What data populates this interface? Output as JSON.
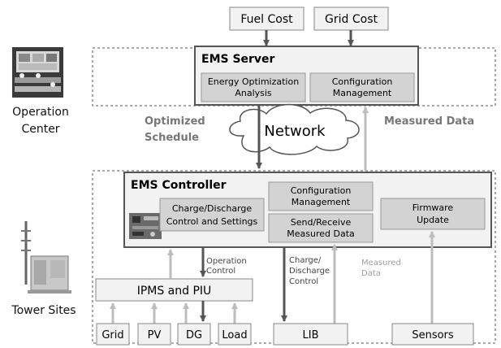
{
  "inputs": {
    "fuel_cost": "Fuel Cost",
    "grid_cost": "Grid Cost"
  },
  "ems_server": {
    "title": "EMS Server",
    "modules": {
      "optimization_line1": "Energy Optimization",
      "optimization_line2": "Analysis",
      "config_line1": "Configuration",
      "config_line2": "Management"
    }
  },
  "operation_center": {
    "line1": "Operation",
    "line2": "Center"
  },
  "labels": {
    "optimized_line1": "Optimized",
    "optimized_line2": "Schedule",
    "measured_data": "Measured Data",
    "network": "Network"
  },
  "ems_controller": {
    "title": "EMS Controller",
    "modules": {
      "charge_line1": "Charge/Discharge",
      "charge_line2": "Control and Settings",
      "config_line1": "Configuration",
      "config_line2": "Management",
      "send_line1": "Send/Receive",
      "send_line2": "Measured Data",
      "firmware_line1": "Firmware",
      "firmware_line2": "Update"
    }
  },
  "tower_sites": "Tower Sites",
  "ipms": "IPMS and PIU",
  "flow_labels": {
    "op_control_line1": "Operation",
    "op_control_line2": "Control",
    "charge_line1": "Charge/",
    "charge_line2": "Discharge",
    "charge_line3": "Control",
    "measured_line1": "Measured",
    "measured_line2": "Data"
  },
  "devices": {
    "grid": "Grid",
    "pv": "PV",
    "dg": "DG",
    "load": "Load",
    "lib": "LIB",
    "sensors": "Sensors"
  },
  "colors": {
    "box_fill": "#f2f2f2",
    "module_fill": "#d3d3d3",
    "dark_arrow": "#555555",
    "light_arrow": "#bdbdbd",
    "frame": "#555555"
  }
}
